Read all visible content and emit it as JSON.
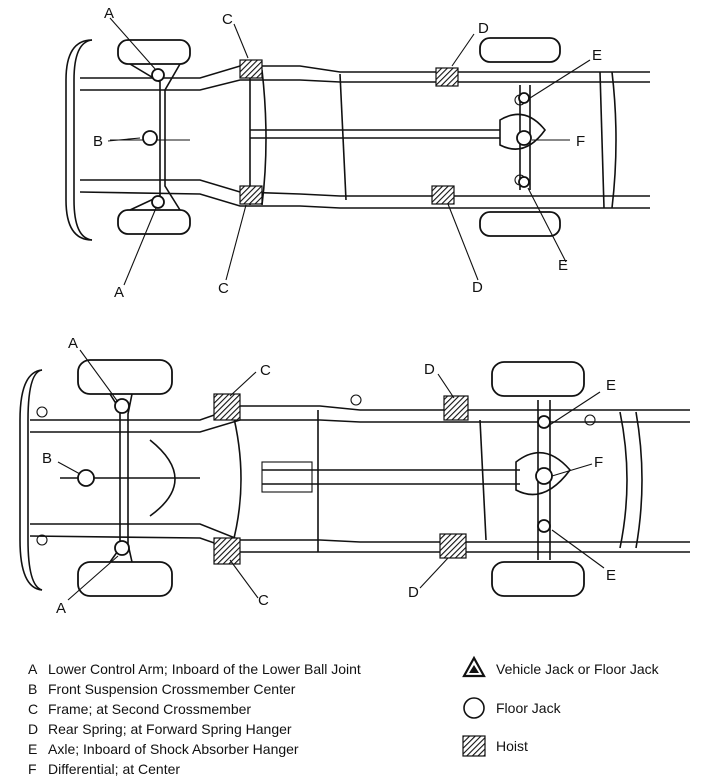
{
  "diagram_top": {
    "callouts": [
      "A",
      "B",
      "C",
      "C",
      "D",
      "D",
      "E",
      "E",
      "F",
      "A"
    ]
  },
  "diagram_bottom": {
    "callouts": [
      "A",
      "B",
      "C",
      "C",
      "D",
      "D",
      "E",
      "E",
      "F",
      "A"
    ]
  },
  "legend": {
    "items": [
      {
        "key": "A",
        "text": "Lower Control Arm; Inboard of the Lower Ball Joint"
      },
      {
        "key": "B",
        "text": "Front Suspension Crossmember Center"
      },
      {
        "key": "C",
        "text": "Frame; at Second Crossmember"
      },
      {
        "key": "D",
        "text": "Rear Spring; at Forward Spring Hanger"
      },
      {
        "key": "E",
        "text": "Axle; Inboard of Shock Absorber Hanger"
      },
      {
        "key": "F",
        "text": "Differential; at Center"
      }
    ],
    "symbols": [
      {
        "icon": "triangle-icon",
        "text": "Vehicle Jack or Floor Jack"
      },
      {
        "icon": "circle-icon",
        "text": "Floor Jack"
      },
      {
        "icon": "hatched-square-icon",
        "text": "Hoist"
      }
    ]
  }
}
